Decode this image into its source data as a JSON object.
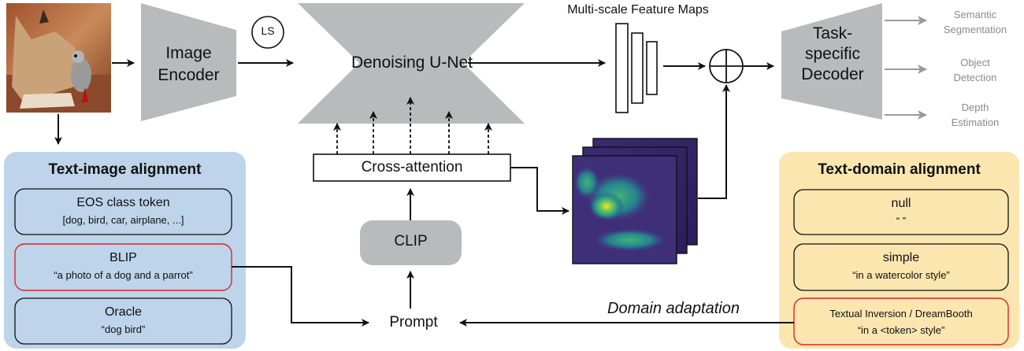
{
  "encoder": {
    "label_line1": "Image",
    "label_line2": "Encoder"
  },
  "ls": {
    "label": "LS"
  },
  "unet": {
    "label": "Denoising U-Net"
  },
  "feature_maps": {
    "title": "Multi-scale Feature Maps"
  },
  "decoder": {
    "label_line1": "Task-",
    "label_line2": "specific",
    "label_line3": "Decoder"
  },
  "outputs": [
    {
      "line1": "Semantic",
      "line2": "Segmentation"
    },
    {
      "line1": "Object",
      "line2": "Detection"
    },
    {
      "line1": "Depth",
      "line2": "Estimation"
    }
  ],
  "cross_attention": {
    "label": "Cross-attention"
  },
  "clip": {
    "label": "CLIP"
  },
  "prompt": {
    "label": "Prompt"
  },
  "domain_adaptation": {
    "label": "Domain adaptation"
  },
  "text_image": {
    "title": "Text-image alignment",
    "items": [
      {
        "title": "EOS class token",
        "sub": "[dog, bird, car, airplane, ...]"
      },
      {
        "title": "BLIP",
        "sub": "“a photo of a dog and a parrot”"
      },
      {
        "title": "Oracle",
        "sub": "“dog bird”"
      }
    ]
  },
  "text_domain": {
    "title": "Text-domain alignment",
    "items": [
      {
        "title": "null",
        "sub": "“ ”"
      },
      {
        "title": "simple",
        "sub": "“in a watercolor style”"
      },
      {
        "title": "Textual Inversion / DreamBooth",
        "sub": "“in a <token> style”"
      }
    ]
  },
  "colors": {
    "gray_block": "#b9babc",
    "blue_panel": "#bdd4ea",
    "yellow_panel": "#fbe6b0",
    "highlight_border": "#d9262c",
    "output_text": "#8a8a8a"
  }
}
